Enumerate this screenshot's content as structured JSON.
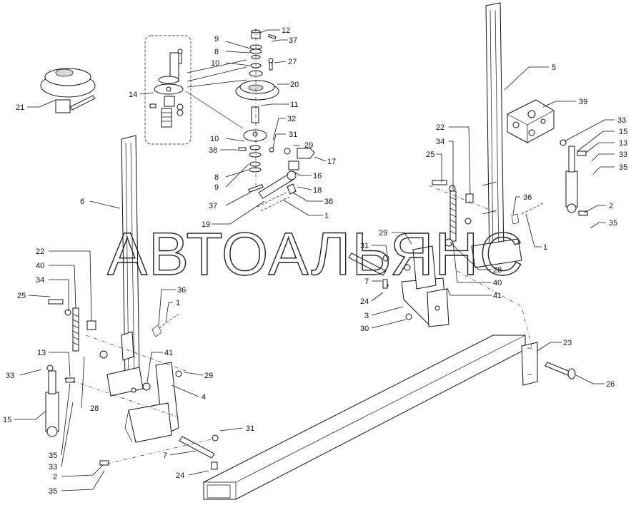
{
  "watermark": "АВТОАЛЬЯНС",
  "labels": {
    "l12": "12",
    "l37a": "37",
    "l9a": "9",
    "l8a": "8",
    "l10a": "10",
    "l27": "27",
    "l14": "14",
    "l21": "21",
    "l20": "20",
    "l11": "11",
    "l32": "32",
    "l10b": "10",
    "l31a": "31",
    "l38": "38",
    "l29a": "29",
    "l17": "17",
    "l8b": "8",
    "l16": "16",
    "l9b": "9",
    "l18": "18",
    "l37b": "37",
    "l36a": "36",
    "l1a": "1",
    "l19": "19",
    "l6": "6",
    "l22a": "22",
    "l40a": "40",
    "l34a": "34",
    "l25a": "25",
    "l36b": "36",
    "l1b": "1",
    "l13a": "13",
    "l41a": "41",
    "l33a": "33",
    "l29b": "29",
    "l28a": "28",
    "l4": "4",
    "l15a": "15",
    "l31b": "31",
    "l35a": "35",
    "l33b": "33",
    "l7a": "7",
    "l2a": "2",
    "l24a": "24",
    "l35b": "35",
    "l5": "5",
    "l39": "39",
    "l33c": "33",
    "l15b": "15",
    "l13b": "13",
    "l33d": "33",
    "l35c": "35",
    "l22b": "22",
    "l34b": "34",
    "l25b": "25",
    "l36c": "36",
    "l2b": "2",
    "l35d": "35",
    "l1c": "1",
    "l29c": "29",
    "l31c": "31",
    "l28b": "28",
    "l7b": "7",
    "l40b": "40",
    "l24b": "24",
    "l41b": "41",
    "l3": "3",
    "l30": "30",
    "l23": "23",
    "l26": "26"
  }
}
